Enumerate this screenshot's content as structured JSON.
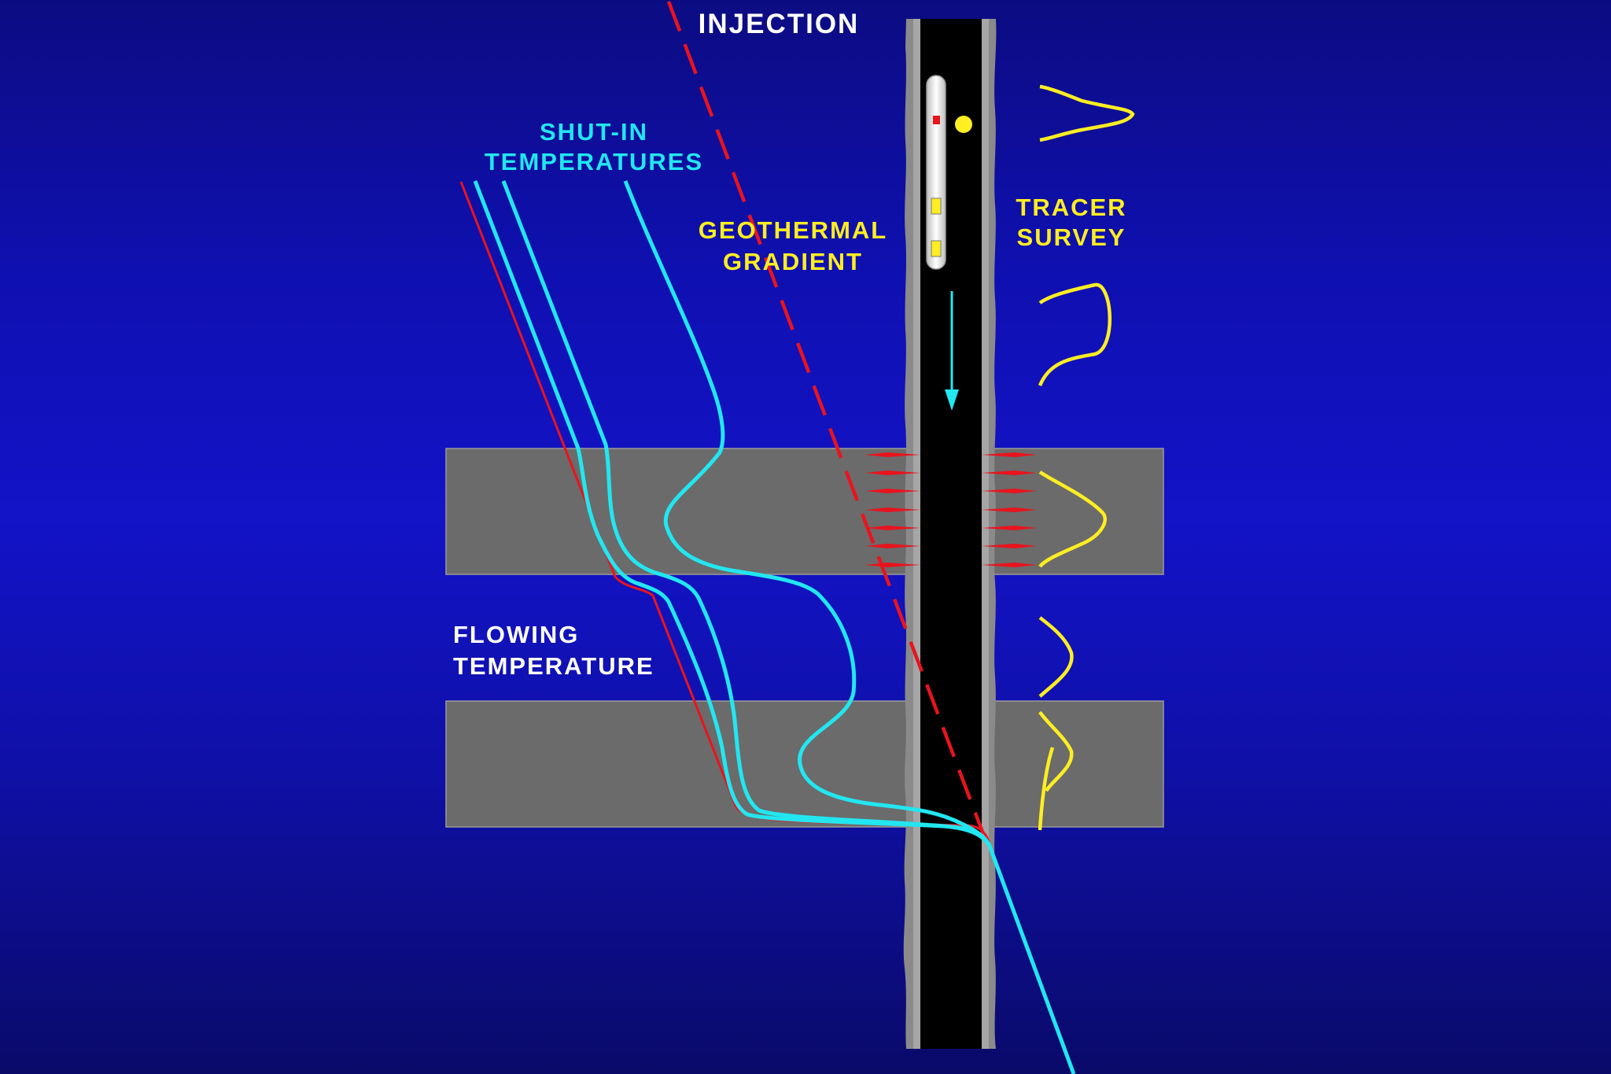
{
  "labels": {
    "injection": "INJECTION",
    "shut_in_line1": "SHUT-IN",
    "shut_in_line2": "TEMPERATURES",
    "geothermal_line1": "GEOTHERMAL",
    "geothermal_line2": "GRADIENT",
    "tracer_line1": "TRACER",
    "tracer_line2": "SURVEY",
    "flowing_line1": "FLOWING",
    "flowing_line2": "TEMPERATURE"
  },
  "colors": {
    "shut_in": "#22e6f0",
    "flowing": "#e8141e",
    "geothermal": "#e8141e",
    "tracer": "#ffee22",
    "label_white": "#ffffff",
    "zone_fill": "#6b6b6b",
    "wellbore": "#000000",
    "casing": "#8a8a8a"
  },
  "icons": {
    "tool": "logging-tool-icon",
    "flow_arrow": "down-arrow-icon",
    "tracer_source": "tracer-dot-icon"
  }
}
